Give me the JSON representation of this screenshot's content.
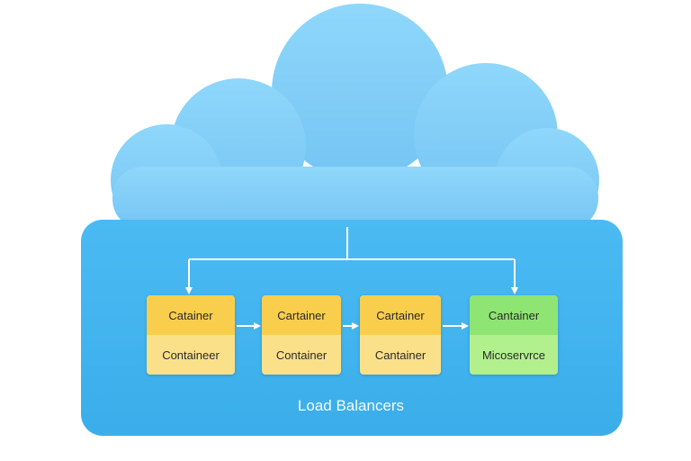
{
  "diagram": {
    "colors": {
      "cloud": "#80ccf6",
      "panel": "#43b5f1",
      "container_header": "#f9ce4c",
      "container_body": "#fbe08a",
      "microservice_header": "#8ee573",
      "microservice_body": "#b2f08e",
      "connector": "#ffffff"
    },
    "nodes": [
      {
        "top_label": "Catainer",
        "bottom_label": "Containeer"
      },
      {
        "top_label": "Cartainer",
        "bottom_label": "Container"
      },
      {
        "top_label": "Cartainer",
        "bottom_label": "Cantainer"
      },
      {
        "top_label": "Cantainer",
        "bottom_label": "Micoservrce"
      }
    ],
    "caption": "Load Balancers"
  }
}
